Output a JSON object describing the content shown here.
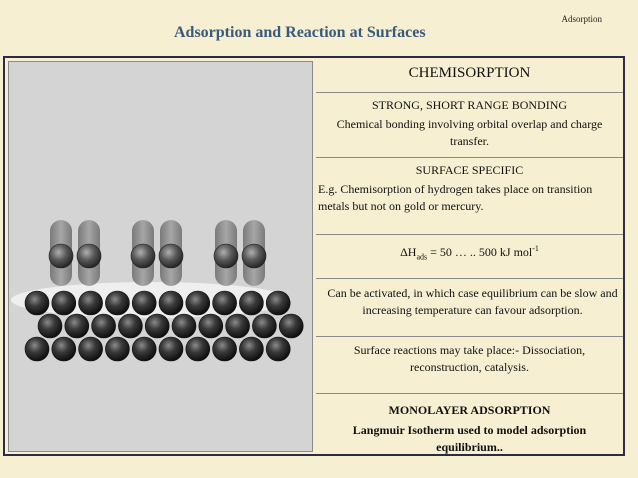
{
  "header": {
    "corner_label": "Adsorption",
    "title": "Adsorption and Reaction at Surfaces"
  },
  "panel": {
    "title": "CHEMISORPTION",
    "bonding": {
      "heading": "STRONG, SHORT RANGE BONDING",
      "text": "Chemical bonding involving orbital overlap and  charge transfer."
    },
    "specific": {
      "heading": "SURFACE SPECIFIC",
      "text": "E.g. Chemisorption of hydrogen takes place on  transition metals but not on gold or mercury."
    },
    "enthalpy": {
      "symbol": "ΔH",
      "subscript": "ads",
      "value": " = 50 … .. 500 kJ mol",
      "superscript": "-1"
    },
    "activation": {
      "text": "Can be activated, in which case equilibrium can be slow and increasing temperature can favour  adsorption."
    },
    "reactions": {
      "text": "Surface reactions may take place:- Dissociation, reconstruction, catalysis."
    },
    "monolayer": {
      "heading": "MONOLAYER ADSORPTION",
      "text": "Langmuir Isotherm used to model adsorption equilibrium.."
    }
  },
  "colors": {
    "background": "#f6efd2",
    "title": "#3a5a7c",
    "illustration_bg": "#d4d4d4",
    "sphere_dark": "#1e1e1e",
    "sphere_adsorbate": "#4a4a4a",
    "orbital_lobe": "#8e8e8e"
  }
}
